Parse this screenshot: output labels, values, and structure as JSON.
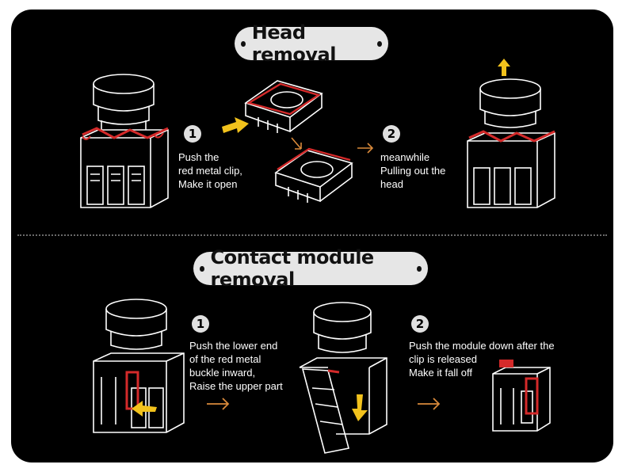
{
  "colors": {
    "background": "#000000",
    "pill": "#e6e6e6",
    "clip_red": "#d42a2a",
    "push_arrow": "#f2c21c",
    "step_arrow": "#d98a3b",
    "line_art": "#ffffff"
  },
  "section1": {
    "title": "Head removal",
    "step1": {
      "number": "1",
      "lines": [
        "Push the",
        "red metal clip,",
        "Make it open"
      ]
    },
    "step2": {
      "number": "2",
      "lines": [
        "meanwhile",
        "Pulling out the",
        "head"
      ]
    }
  },
  "section2": {
    "title": "Contact module removal",
    "step1": {
      "number": "1",
      "lines": [
        "Push the lower end",
        "of the red metal",
        "buckle inward,",
        "Raise the upper part"
      ]
    },
    "step2": {
      "number": "2",
      "lines": [
        "Push the module down after the",
        "clip is released",
        "Make it fall off"
      ]
    }
  }
}
